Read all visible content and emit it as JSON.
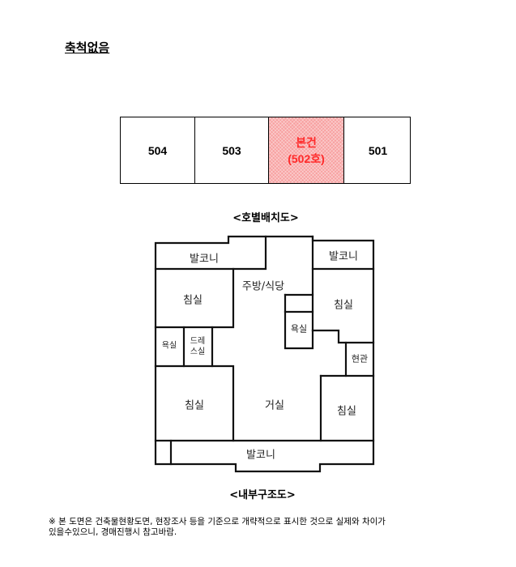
{
  "header": {
    "scale_note": "축척없음"
  },
  "unit_layout": {
    "units": [
      {
        "label": "504",
        "is_target": false
      },
      {
        "label": "503",
        "is_target": false
      },
      {
        "label": "본건",
        "sub_label": "(502호)",
        "is_target": true
      },
      {
        "label": "501",
        "is_target": false
      }
    ],
    "caption": "<호별배치도>",
    "target_color": "#f7a0a0",
    "target_text_color": "#ff2a2a"
  },
  "floor_plan": {
    "rooms": {
      "balcony_top_left": "발코니",
      "balcony_top_right": "발코니",
      "bedroom_top_left": "침실",
      "kitchen_dining": "주방/식당",
      "bedroom_top_right": "침실",
      "bathroom_center": "욕실",
      "bathroom_left": "욕실",
      "dressroom_line1": "드레",
      "dressroom_line2": "스실",
      "entrance": "현관",
      "bedroom_bottom_left": "침실",
      "living_room": "거실",
      "bedroom_bottom_right": "침실",
      "balcony_bottom": "발코니"
    },
    "caption": "<내부구조도>"
  },
  "footer": {
    "note_line1": "※ 본 도면은 건축물현황도면, 현장조사 등을 기준으로 개략적으로 표시한 것으로 실제와 차이가",
    "note_line2": "있을수있으니, 경매진행시 참고바람."
  }
}
